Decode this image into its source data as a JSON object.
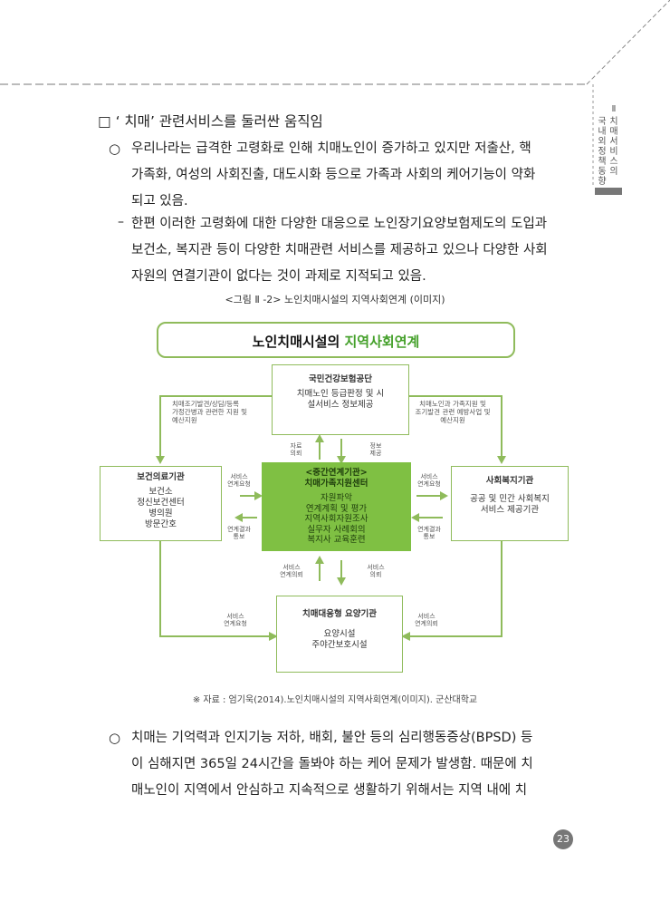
{
  "sidebar": {
    "chapter": "Ⅱ",
    "col1": "치매서비스의",
    "col2": "국내외정책동향"
  },
  "heading": "□ ‘ 치매’ 관련서비스를 둘러싼 움직임",
  "para1": {
    "bullet": "○",
    "lines": [
      "우리나라는 급격한 고령화로 인해 치매노인이 증가하고 있지만 저출산, 핵",
      "가족화, 여성의 사회진출, 대도시화 등으로 가족과 사회의 케어기능이 약화",
      "되고 있음."
    ]
  },
  "para2": {
    "bullet": "–",
    "lines": [
      "한편 이러한 고령화에 대한 다양한 대응으로 노인장기요양보험제도의 도입과",
      "보건소, 복지관 등이 다양한 치매관련 서비스를 제공하고 있으나 다양한 사회",
      "자원의 연결기관이 없다는 것이 과제로 지적되고 있음."
    ]
  },
  "figure": {
    "caption": "<그림 Ⅱ -2> 노인치매시설의 지역사회연계 (이미지)",
    "title_prefix": "노인치매시설의 ",
    "title_highlight": "지역사회연계",
    "top_box": {
      "title": "국민건강보험공단",
      "lines": [
        "치매노인 등급판정 및 시",
        "설서비스 정보제공"
      ]
    },
    "left_box": {
      "title": "보건의료기관",
      "lines": [
        "보건소",
        "정신보건센터",
        "병의원",
        "방문간호"
      ]
    },
    "right_box": {
      "title": "사회복지기관",
      "lines": [
        "공공 및 민간 사회복지",
        "서비스 제공기관"
      ]
    },
    "bottom_box": {
      "title": "치매대응형 요양기관",
      "lines": [
        "요양시설",
        "주야간보호시설"
      ]
    },
    "center_box": {
      "title_lines": [
        "<중간연계기관>",
        "치매가족지원센터"
      ],
      "lines": [
        "자원파악",
        "연계계획 및 평가",
        "지역사회자원조사",
        "실무자 사례회의",
        "복지사 교육훈련"
      ]
    },
    "notes": {
      "top_left": [
        "치매조기발견/상담/등록",
        "가정간병과 관련한 지원 및",
        "예산지원"
      ],
      "top_right": [
        "치매노인과 가족지원 및",
        "조기발견 관련 예방사업 및",
        "예산지원"
      ],
      "up_label": [
        "자료",
        "의뢰"
      ],
      "down_label": [
        "정보",
        "제공"
      ],
      "left_in": [
        "서비스",
        "연계요청"
      ],
      "left_out": [
        "연계결과",
        "통보"
      ],
      "right_in": [
        "서비스",
        "연계요청"
      ],
      "right_out": [
        "연계결과",
        "통보"
      ],
      "bottom_up": [
        "서비스",
        "연계의뢰"
      ],
      "bottom_down": [
        "서비스",
        "의뢰"
      ],
      "bottom_left": [
        "서비스",
        "연계요청"
      ],
      "bottom_right": [
        "서비스",
        "연계의뢰"
      ]
    },
    "source": "※ 자료 : 엄기욱(2014).노인치매시설의 지역사회연계(이미지). 군산대학교"
  },
  "para3": {
    "bullet": "○",
    "lines": [
      "치매는 기억력과 인지기능 저하, 배회, 불안 등의 심리행동증상(BPSD) 등",
      "이 심해지면 365일 24시간을 돌봐야 하는 케어 문제가 발생함. 때문에 치",
      "매노인이 지역에서 안심하고 지속적으로 생활하기 위해서는 지역 내에 치"
    ]
  },
  "page_number": "23",
  "colors": {
    "accent_green": "#8fbb5b",
    "center_fill": "#7fc043",
    "highlight_text": "#44a02a"
  }
}
